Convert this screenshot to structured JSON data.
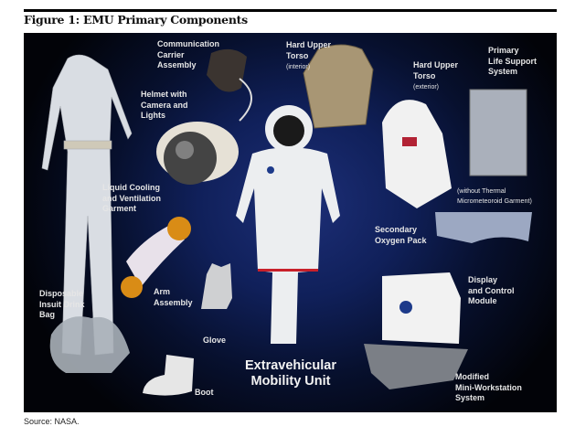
{
  "figure": {
    "title": "Figure 1: EMU Primary Components",
    "source": "Source: NASA.",
    "main_label_line1": "Extravehicular",
    "main_label_line2": "Mobility Unit",
    "labels": {
      "comm_carrier": "Communication\nCarrier\nAssembly",
      "hut_interior": "Hard Upper\nTorso",
      "hut_interior_note": "(interior)",
      "hut_exterior": "Hard Upper\nTorso",
      "hut_exterior_note": "(exterior)",
      "plss": "Primary\nLife Support\nSystem",
      "helmet": "Helmet with\nCamera and\nLights",
      "lcvg": "Liquid Cooling\nand Ventilation\nGarment",
      "without_tmg": "(without Thermal\nMicrometeoroid Garment)",
      "secondary_oxygen": "Secondary\nOxygen Pack",
      "dcm": "Display\nand Control\nModule",
      "arm": "Arm\nAssembly",
      "drink_bag": "Disposable\nInsuit Drink\nBag",
      "glove": "Glove",
      "boot": "Boot",
      "mws": "Modified\nMini-Workstation\nSystem"
    }
  }
}
